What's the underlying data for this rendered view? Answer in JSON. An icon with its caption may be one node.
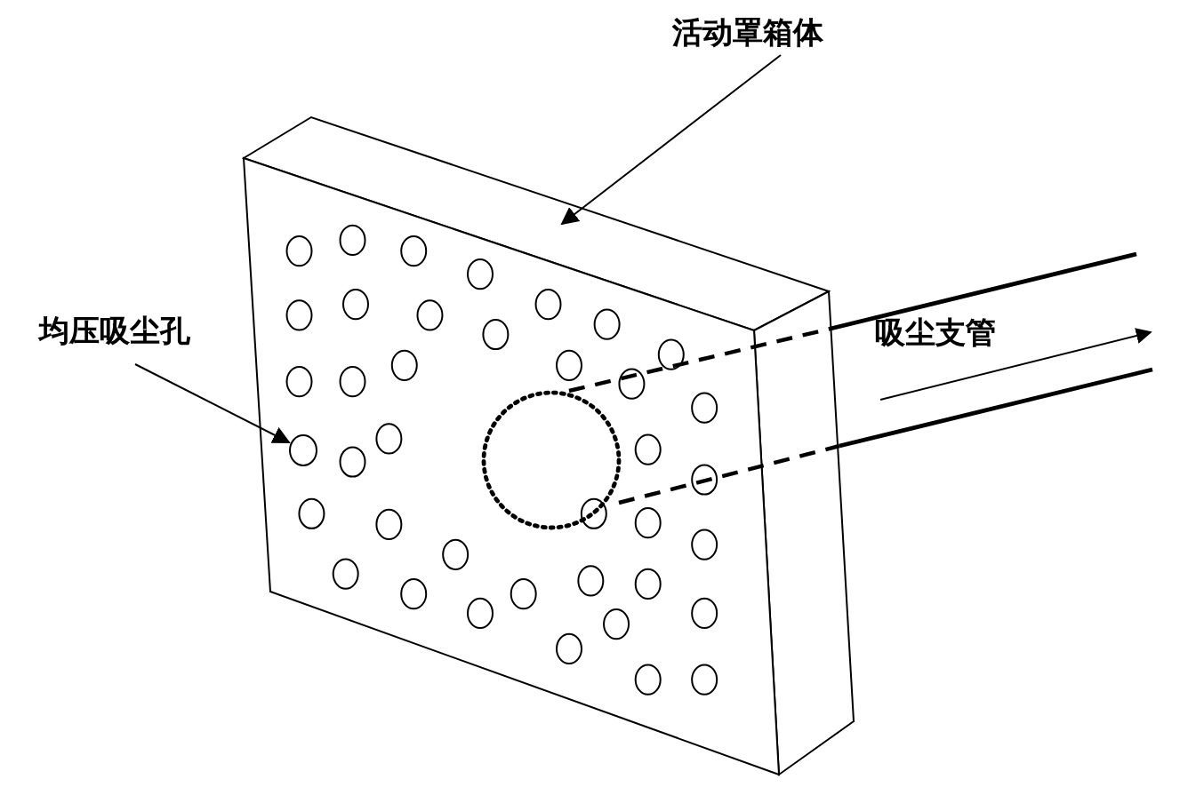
{
  "diagram": {
    "nodes": [
      {
        "text": [
          "活动罩箱体"
        ]
      },
      {
        "text": [],
        "shape": "box"
      },
      {
        "text": [
          "均压吸尘孔"
        ]
      },
      {
        "text": [],
        "shape": "circle",
        "in": 1
      }
    ],
    "edges": [
      {
        "from": 0,
        "to": 1,
        "arrow": "to"
      },
      {
        "from": 2,
        "to": 3,
        "arrow": "to"
      }
    ],
    "labels": [
      "吸尘支管"
    ]
  }
}
